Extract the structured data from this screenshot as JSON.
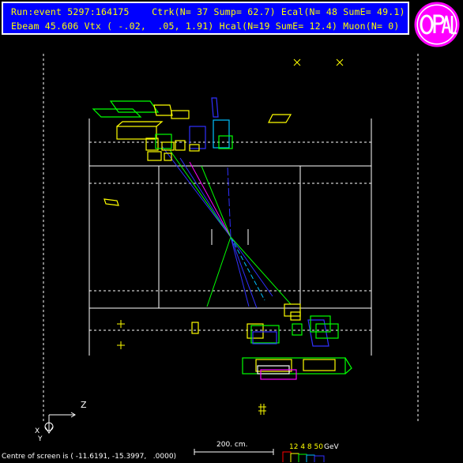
{
  "header": {
    "line1": "Run:event 5297:164175    Ctrk(N= 37 Sump= 62.7) Ecal(N= 48 SumE= 49.1)",
    "line2": "Ebeam 45.606 Vtx ( -.02,  .05, 1.91) Hcal(N=19 SumE= 12.4) Muon(N= 0)"
  },
  "logo": {
    "name": "opal-logo",
    "text": "OPAL"
  },
  "axes": {
    "z": "Z",
    "x": "X",
    "y": "Y"
  },
  "scale": {
    "length_label": "200. cm.",
    "energy_values": "12 4 8 50",
    "energy_unit": "GeV"
  },
  "footer": {
    "centre": "Centre of screen is ( -11.6191, -15.3997,   .0000)"
  },
  "colors": {
    "header_bg": "#0000ff",
    "header_text": "#ffff00",
    "frame": "#ffffff",
    "ecal": "#ffff00",
    "hcal": "#00ff00",
    "track_blue": "#3030ff",
    "track_cyan": "#00c0ff",
    "magenta": "#ff00ff"
  }
}
